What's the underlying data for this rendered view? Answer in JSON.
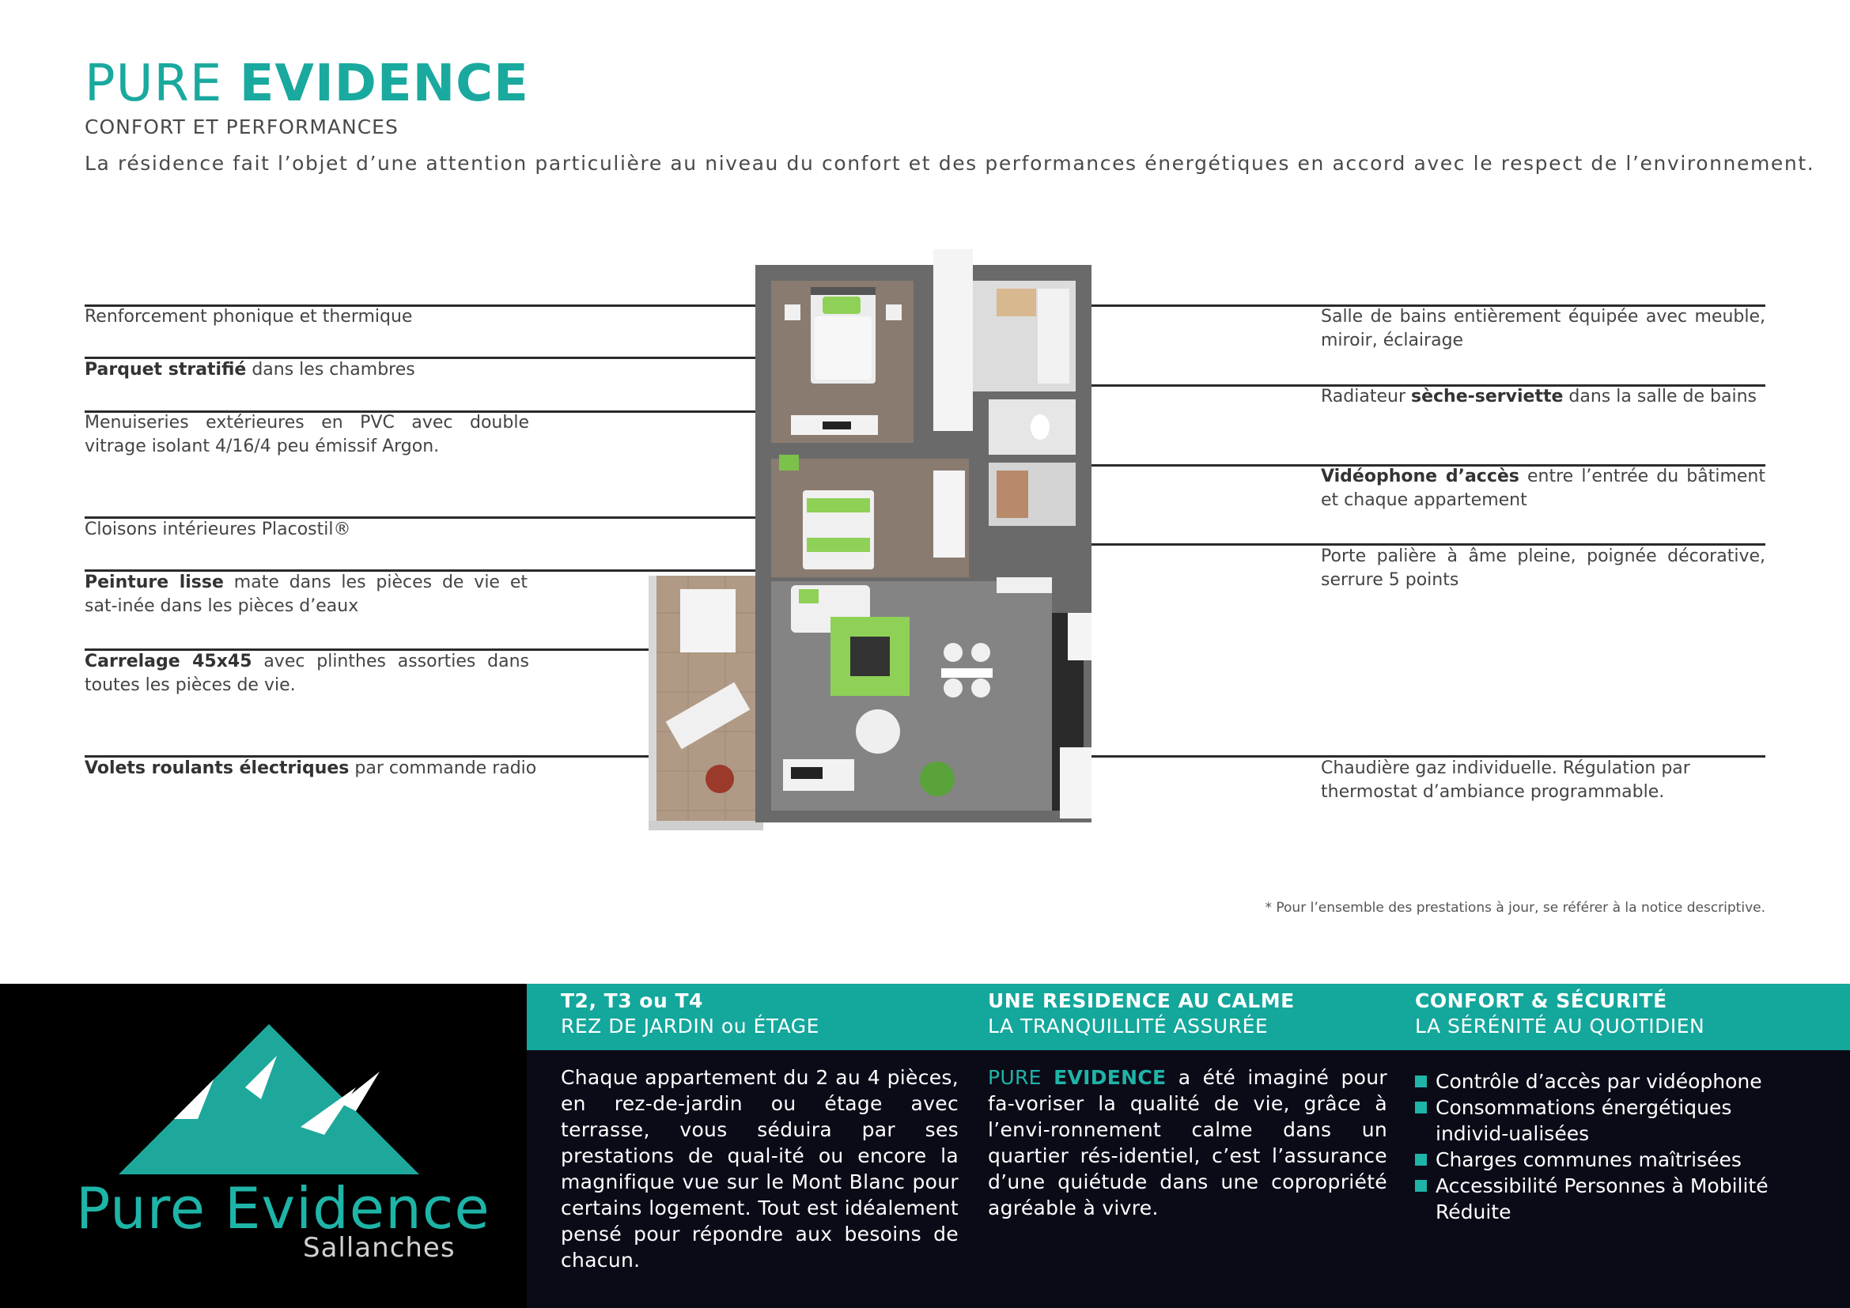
{
  "header": {
    "title_light": "PURE",
    "title_bold": "EVIDENCE",
    "subtitle": "CONFORT ET PERFORMANCES",
    "intro": "La résidence fait l’objet d’une attention particulière au niveau du confort et des performances énergétiques en accord avec le respect de l’environnement."
  },
  "features_left": [
    {
      "bold": "",
      "text": "Renforcement phonique et thermique"
    },
    {
      "bold": "Parquet stratifié",
      "text": " dans les chambres"
    },
    {
      "bold": "",
      "text": "Menuiseries extérieures en PVC avec double vitrage isolant 4/16/4 peu émissif Argon."
    },
    {
      "bold": "",
      "text": "Cloisons intérieures Placostil®"
    },
    {
      "bold": "Peinture lisse",
      "text": " mate dans les pièces de vie et sat-inée dans les pièces d’eaux"
    },
    {
      "bold": "Carrelage 45x45",
      "text": " avec plinthes assorties dans toutes les pièces de vie."
    },
    {
      "bold": "Volets roulants électriques",
      "text": " par commande radio"
    }
  ],
  "features_right": [
    {
      "pre": "Salle de bains entièrement équipée avec meuble, miroir, éclairage",
      "bold": "",
      "post": ""
    },
    {
      "pre": "Radiateur ",
      "bold": "sèche-serviette",
      "post": " dans la salle de bains"
    },
    {
      "pre": "",
      "bold": "Vidéophone d’accès",
      "post": " entre l’entrée du bâtiment et chaque appartement"
    },
    {
      "pre": "Porte palière à âme pleine, poignée décorative, serrure 5 points",
      "bold": "",
      "post": ""
    },
    {
      "pre": "Chaudière gaz individuelle. Régulation par thermostat d’ambiance programmable.",
      "bold": "",
      "post": ""
    }
  ],
  "footnote": "* Pour l’ensemble des prestations à jour, se référer à la notice descriptive.",
  "columns": [
    {
      "head1": "T2, T3 ou T4",
      "head2": "REZ DE JARDIN ou ÉTAGE",
      "text": "Chaque appartement du 2 au 4 pièces, en rez-de-jardin ou étage avec terrasse, vous séduira par ses prestations de qual-ité ou encore la magnifique vue sur le Mont Blanc pour certains logement. Tout est idéalement pensé pour répondre aux besoins de chacun."
    },
    {
      "head1": "UNE RESIDENCE AU CALME",
      "head2": "LA TRANQUILLITÉ ASSURÉE",
      "accent_light": "PURE",
      "accent_bold": "EVIDENCE",
      "text": " a été imaginé pour fa-voriser la qualité de vie, grâce à l’envi-ronnement calme dans un quartier rés-identiel, c’est l’assurance d’une quiétude dans une copropriété agréable à vivre."
    },
    {
      "head1": "CONFORT & SÉCURITÉ",
      "head2": "LA SÉRÉNITÉ AU QUOTIDIEN",
      "bullets": [
        "Contrôle d’accès par vidéophone",
        "Consommations énergétiques individ-ualisées",
        "Charges communes maîtrisées",
        "Accessibilité Personnes à Mobilité Réduite"
      ]
    }
  ],
  "logo": {
    "name": "Pure Evidence",
    "town": "Sallanches"
  },
  "colors": {
    "teal": "#14a79c",
    "accent": "#1fb4a8",
    "band": "#0b0b18",
    "floor": "#757575"
  }
}
